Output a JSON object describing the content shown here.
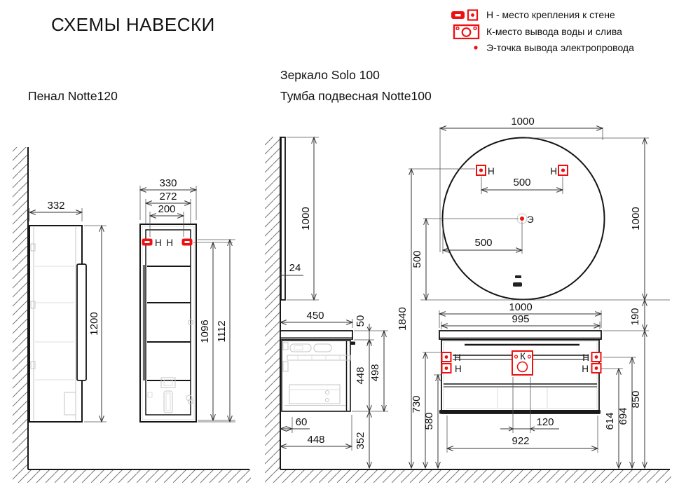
{
  "title": "СХЕМЫ НАВЕСКИ",
  "legend": {
    "items": [
      {
        "icon": "wall-mount-icons",
        "label": "Н - место крепления к стене"
      },
      {
        "icon": "water-outlet-icon",
        "label": "К-место вывода воды и слива"
      },
      {
        "icon": "electric-point-icon",
        "label": "Э-точка вывода электропровода"
      }
    ]
  },
  "products": {
    "pencil": "Пенал Notte120",
    "mirror": "Зеркало Solo 100",
    "vanity": "Тумба подвесная Notte100"
  },
  "markers": {
    "wall": "Н",
    "water": "К",
    "electro": "Э"
  },
  "colors": {
    "accent": "#ee1010",
    "line": "#161616",
    "dim": "#333333",
    "detail": "#c6c6c6"
  },
  "dims": {
    "pencil_side": {
      "width": "332",
      "height": "1200"
    },
    "pencil_front": {
      "outer_width": "330",
      "inner_width": "272",
      "mount_width": "200",
      "mount_height": "1096",
      "total_height": "1112"
    },
    "mirror_side": {
      "height": "1000",
      "thickness": "24"
    },
    "mirror_front": {
      "diameter": "1000",
      "height": "1000",
      "mount_spacing": "500",
      "center_offset_x": "500",
      "center_offset_y": "500"
    },
    "vanity_side": {
      "top_width": "450",
      "top_thickness": "50",
      "body_height": "448",
      "total_height": "498",
      "back_gap": "60",
      "bottom_width": "448",
      "floor_clearance": "352"
    },
    "vanity_front": {
      "overall_width": "1000",
      "cabinet_width": "995",
      "left_mount_upper": "730",
      "left_mount_lower": "580",
      "drain_width": "120",
      "mount_span": "922",
      "right_mount_lower": "614",
      "right_mount_upper": "694",
      "counter_height": "850",
      "mirror_gap": "190",
      "mount_total_height": "1840"
    }
  }
}
